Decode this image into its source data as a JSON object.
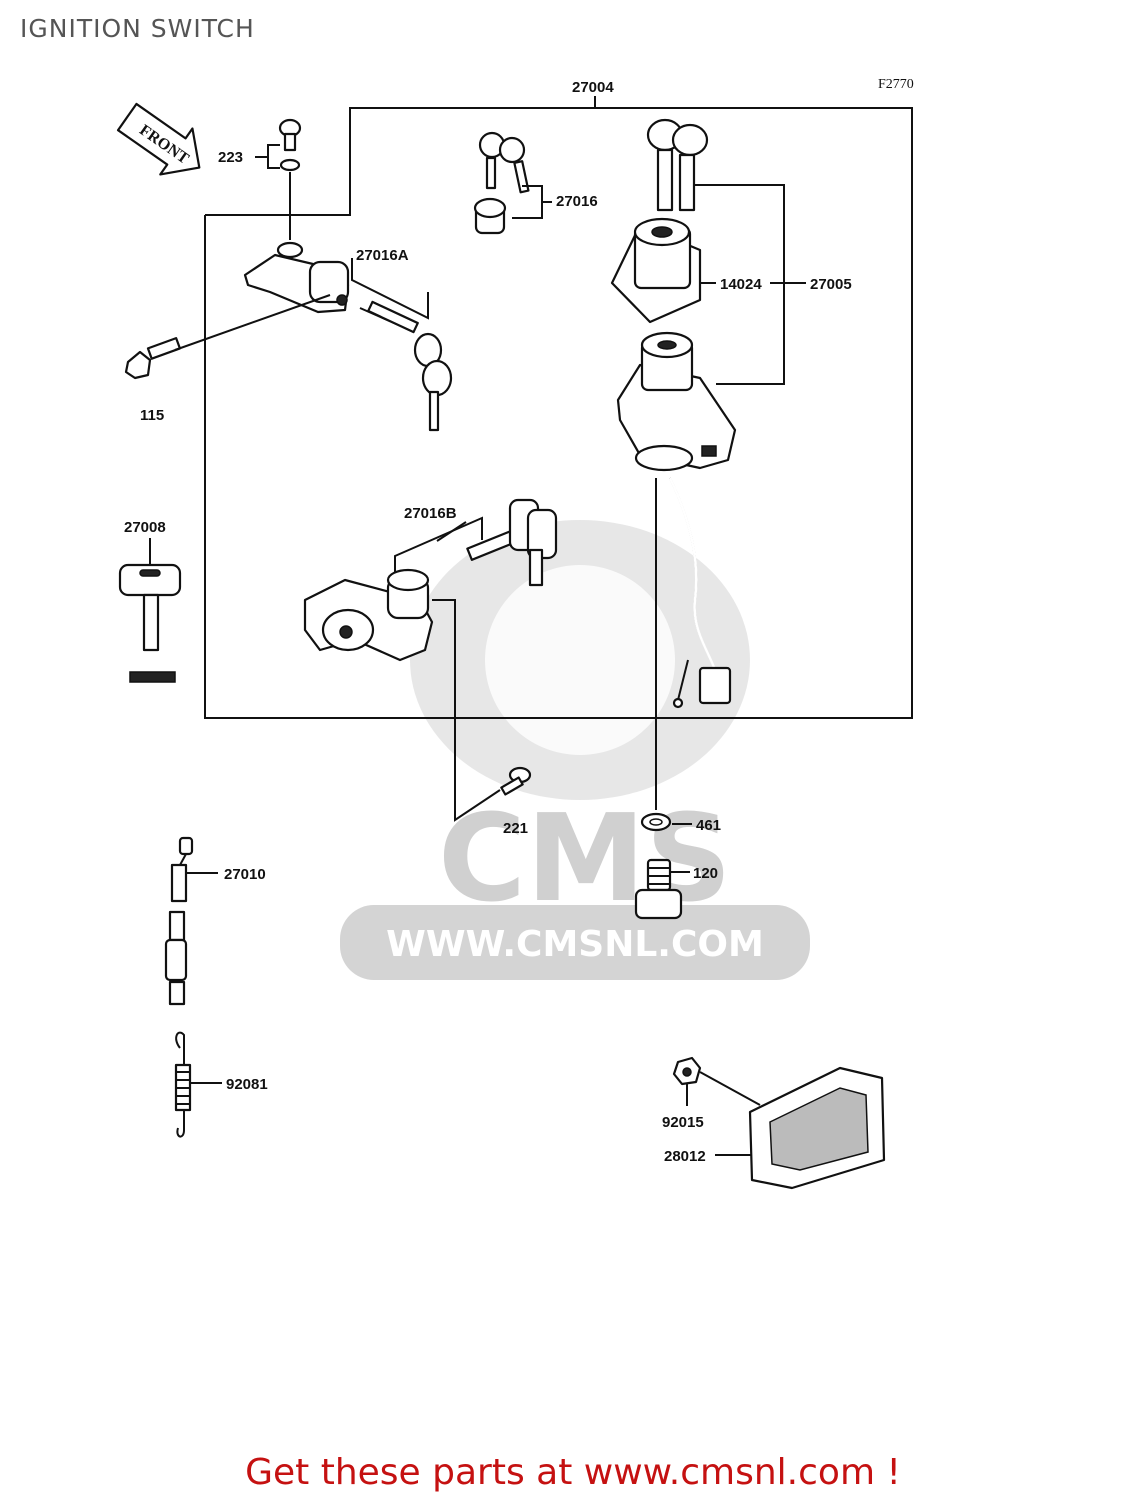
{
  "page": {
    "title": "IGNITION SWITCH",
    "figure_code": "F2770",
    "front_arrow_label": "FRONT",
    "cta": "Get these parts at www.cmsnl.com !"
  },
  "watermark": {
    "logo_text": "CMS",
    "url_text": "WWW.CMSNL.COM"
  },
  "parts": {
    "p27004": "27004",
    "p223": "223",
    "p27016": "27016",
    "p27016A": "27016A",
    "p115": "115",
    "p14024": "14024",
    "p27005": "27005",
    "p27008": "27008",
    "p27016B": "27016B",
    "p221": "221",
    "p461": "461",
    "p120": "120",
    "p27010": "27010",
    "p92081": "92081",
    "p92015": "92015",
    "p28012": "28012"
  },
  "colors": {
    "cta": "#c51111",
    "title": "#555555",
    "watermark": "#d4d4d4"
  }
}
